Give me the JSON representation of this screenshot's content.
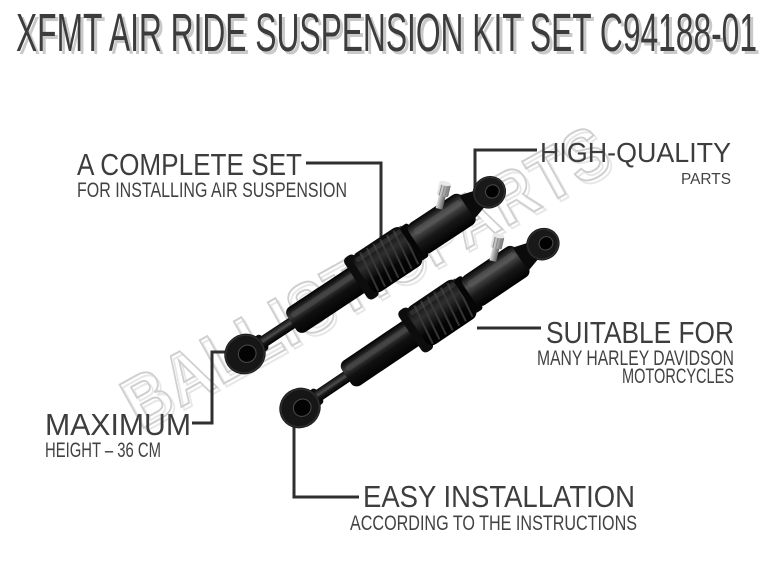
{
  "title": "XFMT AIR RIDE SUSPENSION KIT SET C94188-01",
  "watermark": "BALLISTICPARTS",
  "product": {
    "item": "air ride shock absorber",
    "quantity": 2
  },
  "callouts": {
    "complete_set": {
      "heading": "A COMPLETE SET",
      "subtext": "FOR INSTALLING AIR SUSPENSION"
    },
    "high_quality": {
      "heading": "HIGH-QUALITY",
      "subtext": "PARTS"
    },
    "suitable_for": {
      "heading": "SUITABLE FOR",
      "subtext_line1": "MANY HARLEY DAVIDSON",
      "subtext_line2": "MOTORCYCLES"
    },
    "maximum_height": {
      "heading": "MAXIMUM",
      "subtext": "HEIGHT – 36 CM",
      "value_cm": 36
    },
    "easy_installation": {
      "heading": "EASY INSTALLATION",
      "subtext": "ACCORDING TO THE INSTRUCTIONS"
    }
  },
  "colors": {
    "background": "#ffffff",
    "text": "#3d3d3d",
    "callout_line": "#2f2f2f",
    "watermark_stroke": "#cfcfcf",
    "shock_black": "#121212",
    "valve_silver": "#cccccc"
  }
}
